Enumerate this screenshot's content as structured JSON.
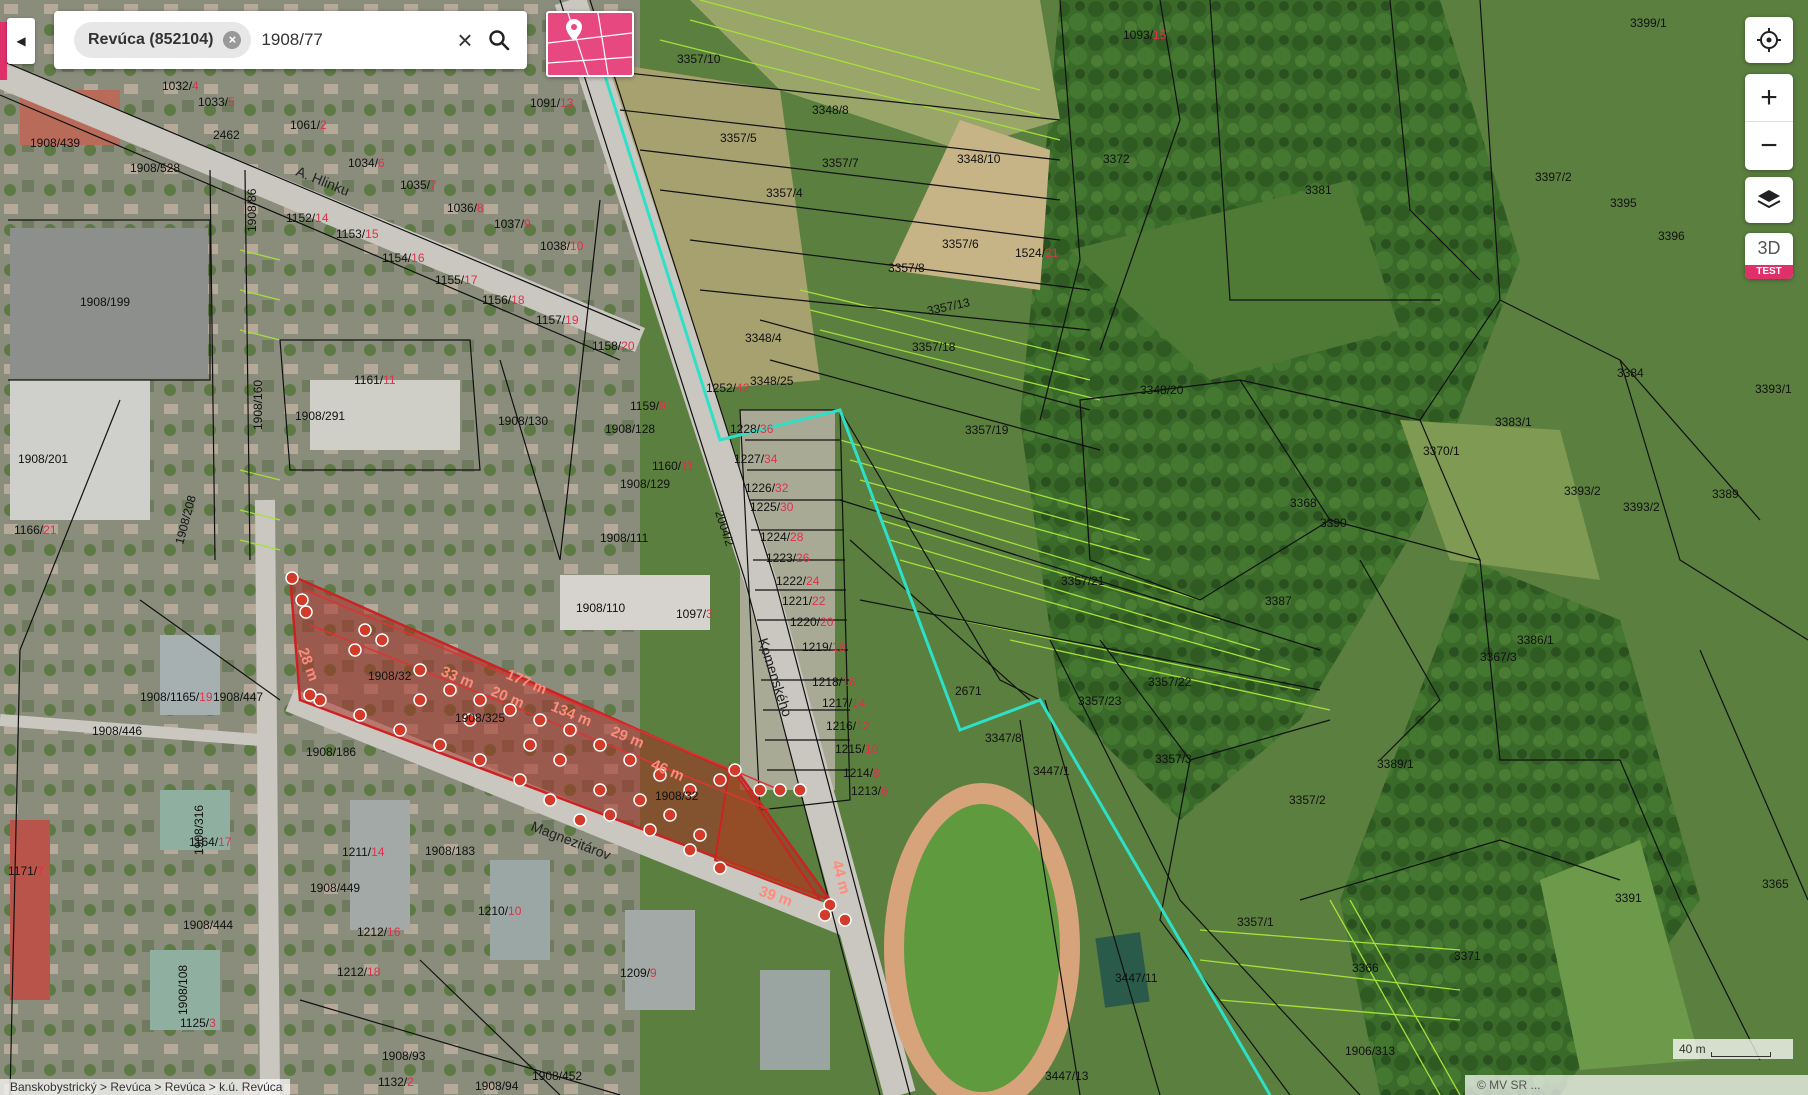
{
  "search": {
    "chip_label": "Revúca (852104)",
    "query": "1908/77"
  },
  "controls": {
    "btn_3d": "3D",
    "test_badge": "TEST"
  },
  "breadcrumb": "Banskobystrický > Revúca > Revúca > k.ú. Revúca",
  "scale_label": "40 m",
  "attribution": "© MV SR ...",
  "streets": {
    "hlinku": "A. Hlinku",
    "komenskeho": "Komenského",
    "magnezitarov": "Magnezitárov"
  },
  "parcels": [
    {
      "id": "p1",
      "text": "1908/439"
    },
    {
      "id": "p2",
      "text": "1908/528"
    },
    {
      "id": "p3",
      "text": "1908/199"
    },
    {
      "id": "p4",
      "text": "1908/201"
    },
    {
      "id": "p5",
      "text": "1908/291"
    },
    {
      "id": "p6",
      "text": "1908/130"
    },
    {
      "id": "p7",
      "text": "1908/128"
    },
    {
      "id": "p8",
      "text": "1908/129"
    },
    {
      "id": "p9",
      "text": "1908/111"
    },
    {
      "id": "p10",
      "text": "1908/110"
    },
    {
      "id": "p11",
      "text": "1908/160"
    },
    {
      "id": "p12",
      "text": "1908/86"
    },
    {
      "id": "p13",
      "text": "1908/208"
    },
    {
      "id": "p14",
      "text": "1908/446"
    },
    {
      "id": "p15",
      "text": "1908/186"
    },
    {
      "id": "p16",
      "text": "1908/183"
    },
    {
      "id": "p17",
      "text": "1908/449"
    },
    {
      "id": "p18",
      "text": "1908/444"
    },
    {
      "id": "p19",
      "text": "1908/447"
    },
    {
      "id": "p20",
      "text": "1908/316"
    },
    {
      "id": "p21",
      "text": "1908/108"
    },
    {
      "id": "p22",
      "text": "1908/93"
    },
    {
      "id": "p23",
      "text": "1908/94"
    },
    {
      "id": "p24",
      "text": "1908/452"
    },
    {
      "id": "p25",
      "text": "1908/325"
    },
    {
      "id": "p26",
      "text": "1908/32"
    },
    {
      "id": "p27",
      "text": "2462"
    },
    {
      "id": "p28",
      "text": "2004/2"
    },
    {
      "id": "p29",
      "text": "3357/10"
    },
    {
      "id": "p30",
      "text": "3357/5"
    },
    {
      "id": "p31",
      "text": "3357/4"
    },
    {
      "id": "p32",
      "text": "3357/7"
    },
    {
      "id": "p33",
      "text": "3357/6"
    },
    {
      "id": "p34",
      "text": "3357/8"
    },
    {
      "id": "p35",
      "text": "3357/13"
    },
    {
      "id": "p36",
      "text": "3357/18"
    },
    {
      "id": "p37",
      "text": "3357/19"
    },
    {
      "id": "p38",
      "text": "3357/21"
    },
    {
      "id": "p39",
      "text": "3357/22"
    },
    {
      "id": "p40",
      "text": "3357/23"
    },
    {
      "id": "p41",
      "text": "3357/3"
    },
    {
      "id": "p42",
      "text": "3357/2"
    },
    {
      "id": "p43",
      "text": "3357/1"
    },
    {
      "id": "p44",
      "text": "3348/8"
    },
    {
      "id": "p45",
      "text": "3348/10"
    },
    {
      "id": "p46",
      "text": "3347/8"
    },
    {
      "id": "p47",
      "text": "3447/11"
    },
    {
      "id": "p48",
      "text": "3447/13"
    },
    {
      "id": "p49",
      "text": "3447/1"
    },
    {
      "id": "p50",
      "text": "3372"
    },
    {
      "id": "p51",
      "text": "3381"
    },
    {
      "id": "p52",
      "text": "3397/2"
    },
    {
      "id": "p53",
      "text": "3399/1"
    },
    {
      "id": "p54",
      "text": "3395"
    },
    {
      "id": "p55",
      "text": "3396"
    },
    {
      "id": "p56",
      "text": "3393/1"
    },
    {
      "id": "p57",
      "text": "3384"
    },
    {
      "id": "p58",
      "text": "3383/1"
    },
    {
      "id": "p59",
      "text": "3370/1"
    },
    {
      "id": "p60",
      "text": "3368"
    },
    {
      "id": "p61",
      "text": "3390"
    },
    {
      "id": "p62",
      "text": "3393/2"
    },
    {
      "id": "p63",
      "text": "3393/2"
    },
    {
      "id": "p64",
      "text": "3389"
    },
    {
      "id": "p65",
      "text": "3387"
    },
    {
      "id": "p66",
      "text": "3386/1"
    },
    {
      "id": "p67",
      "text": "3367/3"
    },
    {
      "id": "p68",
      "text": "3389/1"
    },
    {
      "id": "p69",
      "text": "3391"
    },
    {
      "id": "p70",
      "text": "3365"
    },
    {
      "id": "p71",
      "text": "3366"
    },
    {
      "id": "p72",
      "text": "3371"
    },
    {
      "id": "p73",
      "text": "3348/20"
    },
    {
      "id": "p74",
      "text": "3348/4"
    },
    {
      "id": "p75",
      "text": "3348/25"
    },
    {
      "id": "p76",
      "text": "2671"
    },
    {
      "id": "p77",
      "text": "1906/313"
    },
    {
      "id": "p78",
      "text": "1908/32"
    }
  ],
  "red_parcels": [
    {
      "id": "r1",
      "a": "1032/",
      "b": "4"
    },
    {
      "id": "r2",
      "a": "1033/",
      "b": "5"
    },
    {
      "id": "r3",
      "a": "1061/",
      "b": "2"
    },
    {
      "id": "r4",
      "a": "1034/",
      "b": "6"
    },
    {
      "id": "r5",
      "a": "1035/",
      "b": "7"
    },
    {
      "id": "r6",
      "a": "1036/",
      "b": "8"
    },
    {
      "id": "r7",
      "a": "1037/",
      "b": "9"
    },
    {
      "id": "r8",
      "a": "1038/",
      "b": "10"
    },
    {
      "id": "r9",
      "a": "1091/",
      "b": "13"
    },
    {
      "id": "r10",
      "a": "1152/",
      "b": "14"
    },
    {
      "id": "r11",
      "a": "1153/",
      "b": "15"
    },
    {
      "id": "r12",
      "a": "1154/",
      "b": "16"
    },
    {
      "id": "r13",
      "a": "1155/",
      "b": "17"
    },
    {
      "id": "r14",
      "a": "1156/",
      "b": "18"
    },
    {
      "id": "r15",
      "a": "1157/",
      "b": "19"
    },
    {
      "id": "r16",
      "a": "1158/",
      "b": "20"
    },
    {
      "id": "r17",
      "a": "1161/",
      "b": "11"
    },
    {
      "id": "r18",
      "a": "1159/",
      "b": "9"
    },
    {
      "id": "r19",
      "a": "1160/",
      "b": "11"
    },
    {
      "id": "r20",
      "a": "1166/",
      "b": "21"
    },
    {
      "id": "r21",
      "a": "1097/",
      "b": "3"
    },
    {
      "id": "r22",
      "a": "1252/",
      "b": "42"
    },
    {
      "id": "r23",
      "a": "1228/",
      "b": "36"
    },
    {
      "id": "r24",
      "a": "1227/",
      "b": "34"
    },
    {
      "id": "r25",
      "a": "1226/",
      "b": "32"
    },
    {
      "id": "r26",
      "a": "1225/",
      "b": "30"
    },
    {
      "id": "r27",
      "a": "1224/",
      "b": "28"
    },
    {
      "id": "r28",
      "a": "1223/",
      "b": "26"
    },
    {
      "id": "r29",
      "a": "1222/",
      "b": "24"
    },
    {
      "id": "r30",
      "a": "1221/",
      "b": "22"
    },
    {
      "id": "r31",
      "a": "1220/",
      "b": "20"
    },
    {
      "id": "r32",
      "a": "1219/",
      "b": "18"
    },
    {
      "id": "r33",
      "a": "1218/",
      "b": "16"
    },
    {
      "id": "r34",
      "a": "1217/",
      "b": "14"
    },
    {
      "id": "r35",
      "a": "1216/",
      "b": "12"
    },
    {
      "id": "r36",
      "a": "1215/",
      "b": "10"
    },
    {
      "id": "r37",
      "a": "1214/",
      "b": "8"
    },
    {
      "id": "r38",
      "a": "1213/",
      "b": "6"
    },
    {
      "id": "r39",
      "a": "1524/",
      "b": "21"
    },
    {
      "id": "r40",
      "a": "1093/",
      "b": "15"
    },
    {
      "id": "r41",
      "a": "1211/",
      "b": "14"
    },
    {
      "id": "r42",
      "a": "1164/",
      "b": "17"
    },
    {
      "id": "r43",
      "a": "1212/",
      "b": "16"
    },
    {
      "id": "r44",
      "a": "1212/",
      "b": "18"
    },
    {
      "id": "r45",
      "a": "1210/",
      "b": "10"
    },
    {
      "id": "r46",
      "a": "1209/",
      "b": "9"
    },
    {
      "id": "r47",
      "a": "1125/",
      "b": "3"
    },
    {
      "id": "r48",
      "a": "1132/",
      "b": "2"
    },
    {
      "id": "r49",
      "a": "1171/",
      "b": "7"
    },
    {
      "id": "r50",
      "a": "1908/1165/",
      "b": "19"
    }
  ],
  "measurements": [
    {
      "id": "m1",
      "text": "177 m"
    },
    {
      "id": "m2",
      "text": "134 m"
    },
    {
      "id": "m3",
      "text": "29 m"
    },
    {
      "id": "m4",
      "text": "46 m"
    },
    {
      "id": "m5",
      "text": "39 m"
    },
    {
      "id": "m6",
      "text": "44 m"
    },
    {
      "id": "m7",
      "text": "33 m"
    },
    {
      "id": "m8",
      "text": "20 m"
    },
    {
      "id": "m9",
      "text": "28 m"
    }
  ]
}
